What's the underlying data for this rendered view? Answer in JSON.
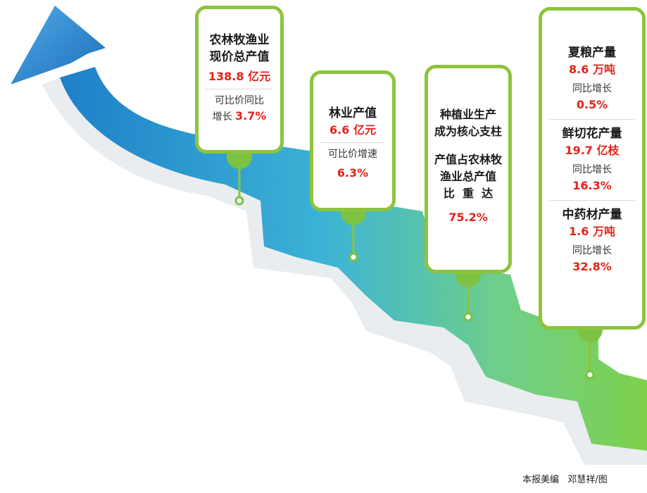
{
  "colors": {
    "accent_green": "#8cc43c",
    "value_red": "#e2231a",
    "arrow_blue": "#2a8bd0",
    "step_green": "#7ed04c"
  },
  "icons": {
    "arrow": "upward-arrow-icon",
    "connector": "green-dot-icon"
  },
  "box1": {
    "title_line1": "农林牧渔业",
    "title_line2": "现价总产值",
    "value": "138.8 亿元",
    "desc_line1": "可比价同比",
    "desc_line2_prefix": "增长 ",
    "desc_line2_value": "3.7%"
  },
  "box2": {
    "title": "林业产值",
    "value": "6.6 亿元",
    "desc": "可比价增速",
    "rate": "6.3%"
  },
  "box3": {
    "line1": "种植业生产",
    "line2": "成为核心支柱",
    "line3": "产值占农林牧",
    "line4": "渔业总产值",
    "line5": "比  重  达",
    "rate": "75.2%"
  },
  "box4": {
    "items": [
      {
        "title": "夏粮产量",
        "value": "8.6 万吨",
        "desc": "同比增长",
        "rate": "0.5%"
      },
      {
        "title": "鲜切花产量",
        "value": "19.7 亿枝",
        "desc": "同比增长",
        "rate": "16.3%"
      },
      {
        "title": "中药材产量",
        "value": "1.6 万吨",
        "desc": "同比增长",
        "rate": "32.8%"
      }
    ]
  },
  "credit": "本报美编   邓慧祥/图"
}
